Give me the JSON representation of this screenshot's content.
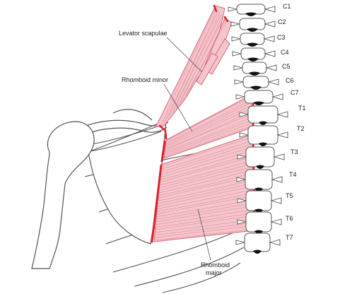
{
  "figure": {
    "colors": {
      "bone_outline": "#555555",
      "muscle_fill": "#f4c6cc",
      "muscle_line": "#d76a7a",
      "attachment_red": "#d9232e",
      "joint_black": "#111111"
    },
    "muscles": {
      "levator_scapulae": "Levator scapulae",
      "rhomboid_minor": "Rhomboid minor",
      "rhomboid_major_line1": "Rhomboid",
      "rhomboid_major_line2": "major"
    },
    "vertebrae": [
      "C1",
      "C2",
      "C3",
      "C4",
      "C5",
      "C6",
      "C7",
      "T1",
      "T2",
      "T3",
      "T4",
      "T5",
      "T6",
      "T7"
    ]
  }
}
